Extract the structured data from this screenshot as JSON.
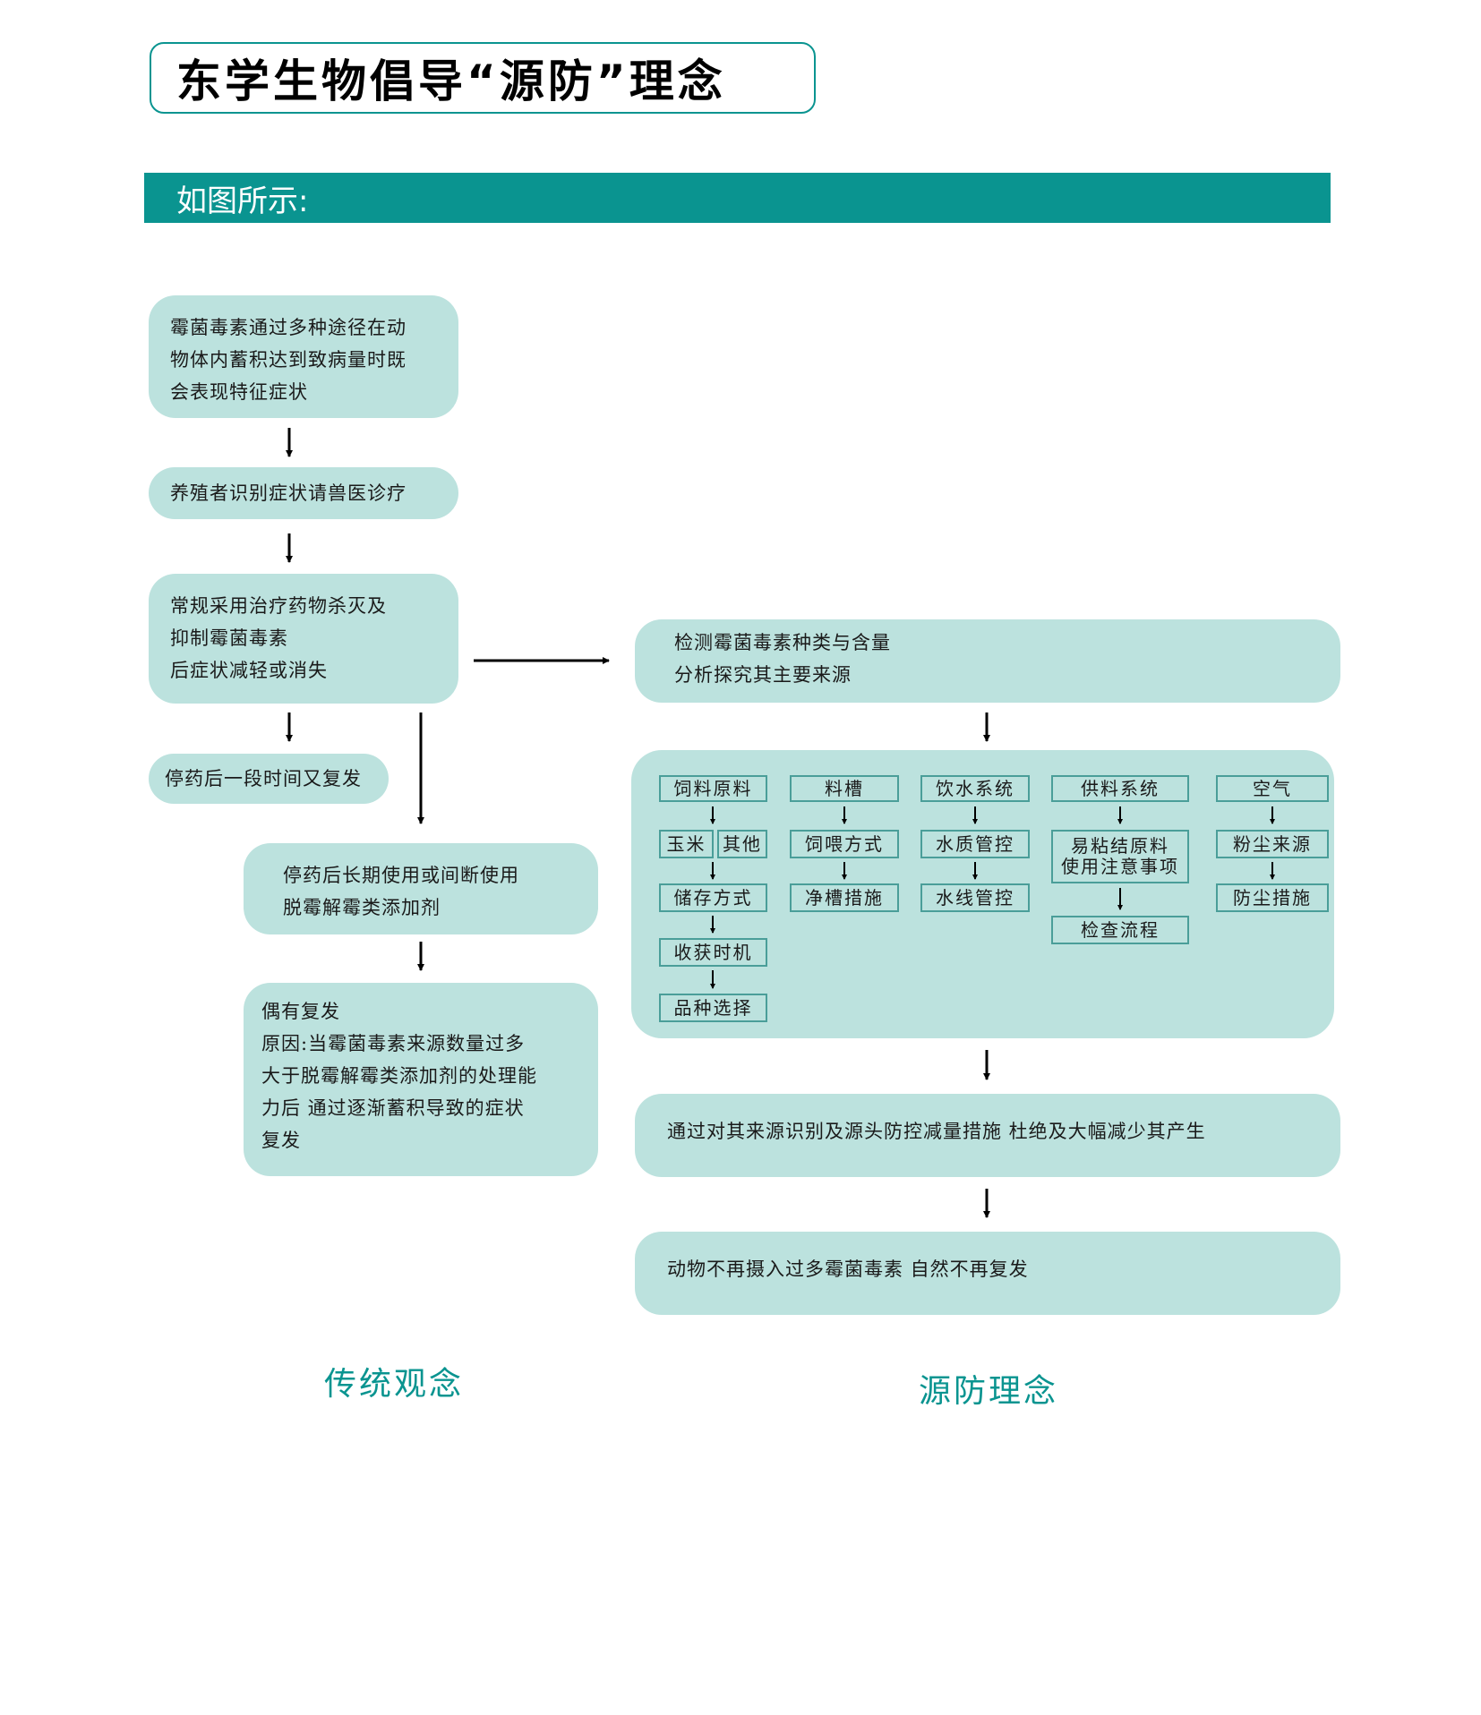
{
  "page_title": "东学生物倡导“源防”理念",
  "subheading": "如图所示:",
  "traditional": {
    "caption": "传统观念",
    "step1": [
      "霉菌毒素通过多种途径在动",
      "物体内蓄积达到致病量时既",
      "会表现特征症状"
    ],
    "step2": [
      "养殖者识别症状请兽医诊疗"
    ],
    "step3": [
      "常规采用治疗药物杀灭及",
      "抑制霉菌毒素",
      "后症状减轻或消失"
    ],
    "step4": [
      "停药后一段时间又复发"
    ],
    "step5": [
      "停药后长期使用或间断使用",
      "脱霉解霉类添加剂"
    ],
    "step6": [
      "偶有复发",
      "原因:当霉菌毒素来源数量过多",
      "大于脱霉解霉类添加剂的处理能",
      "力后 通过逐渐蓄积导致的症状",
      "复发"
    ]
  },
  "source_prevention": {
    "caption": "源防理念",
    "detect": [
      "检测霉菌毒素种类与含量",
      "分析探究其主要来源"
    ],
    "sources": {
      "feed_raw": {
        "head": "饲料原料",
        "corn": "玉米",
        "other": "其他",
        "storage": "储存方式",
        "harvest": "收获时机",
        "variety": "品种选择"
      },
      "trough": {
        "head": "料槽",
        "feeding": "饲喂方式",
        "clean": "净槽措施"
      },
      "water": {
        "head": "饮水系统",
        "quality": "水质管控",
        "line": "水线管控"
      },
      "supply": {
        "head": "供料系统",
        "sticky": [
          "易粘结原料",
          "使用注意事项"
        ],
        "inspect": "检查流程"
      },
      "air": {
        "head": "空气",
        "dust": "粉尘来源",
        "dustproof": "防尘措施"
      }
    },
    "measure": [
      "通过对其来源识别及源头防控减量措施 杜绝及大幅减少其产生"
    ],
    "result": [
      "动物不再摄入过多霉菌毒素 自然不再复发"
    ]
  },
  "colors": {
    "teal": "#0a9490",
    "node_fill": "#bce2de"
  }
}
